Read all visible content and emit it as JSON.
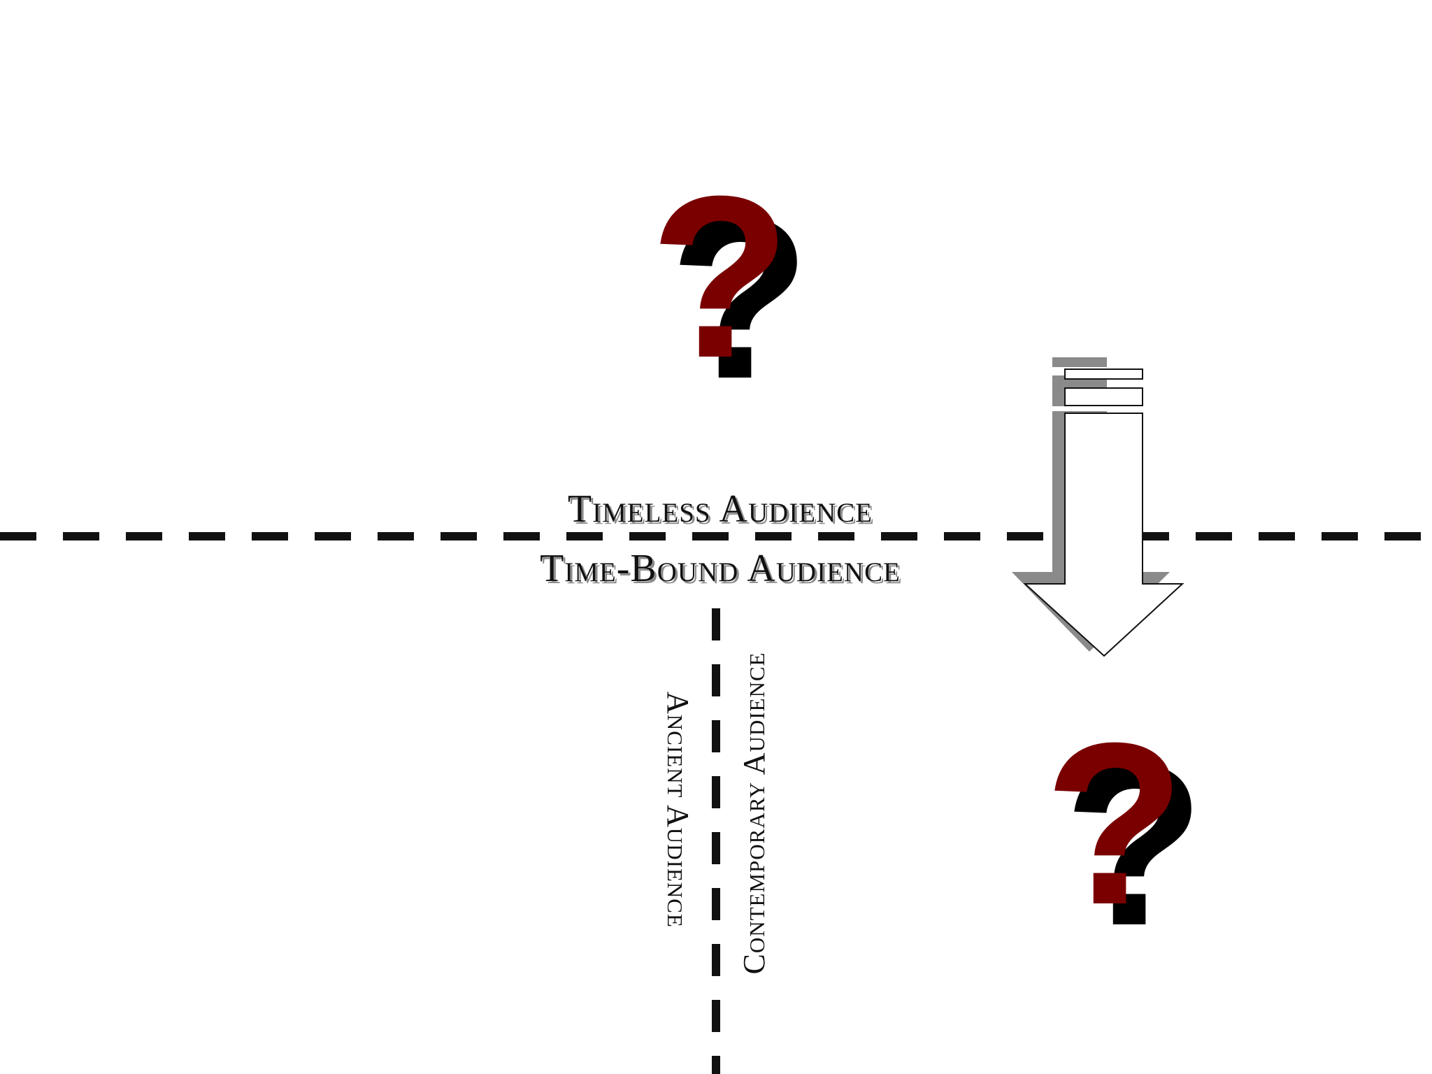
{
  "labels": {
    "timeless": "Timeless Audience",
    "time_bound": "Time-Bound Audience",
    "ancient": "Ancient Audience",
    "contemporary": "Contemporary Audience"
  },
  "glyphs": {
    "question_mark": "?"
  },
  "colors": {
    "question_mark_front": "#7a0000",
    "question_mark_shadow": "#000000",
    "arrow_shadow": "#8a8a8a",
    "divider": "#111111"
  },
  "icons": [
    "question-mark-icon",
    "down-arrow-icon"
  ]
}
